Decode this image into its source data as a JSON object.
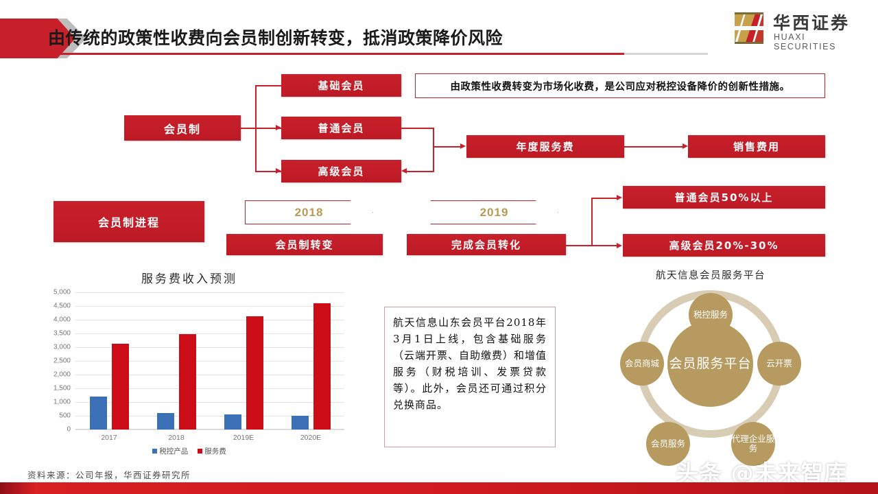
{
  "header": {
    "title": "由传统的政策性收费向会员制创新转变，抵消政策降价风险",
    "logo_cn": "华西证券",
    "logo_en": "HUAXI SECURITIES",
    "accent_red": "#c8202b",
    "accent_gray": "#bdbdbd"
  },
  "flow": {
    "root": "会员制",
    "tiers": [
      "基础会员",
      "普通会员",
      "高级会员"
    ],
    "fee": "年度服务费",
    "expense": "销售费用",
    "note": "由政策性收费转变为市场化收费，是公司应对税控设备降价的创新性措施。"
  },
  "timeline": {
    "label": "会员制进程",
    "steps": [
      {
        "year": "2018",
        "event": "会员制转变"
      },
      {
        "year": "2019",
        "event": "完成会员转化"
      }
    ],
    "outcomes": [
      "普通会员50%以上",
      "高级会员20%-30%"
    ]
  },
  "memo": {
    "text": "航天信息山东会员平台2018年3月1日上线，包含基础服务（云端开票、自助缴费）和增值服务（财税培训、发票贷款等）。此外，会员还可通过积分兑换商品。"
  },
  "platform": {
    "title": "航天信息会员服务平台",
    "center": "会员服务平台",
    "nodes": [
      "税控服务",
      "云开票",
      "代理企业服务",
      "会员服务",
      "会员商城"
    ],
    "color": "#b79a5f",
    "ring_color": "#d8cdb4"
  },
  "footer": {
    "source": "资料来源：公司年报，华西证券研究所",
    "watermark": "头条 @未来智库"
  },
  "chart_data": {
    "type": "bar",
    "title": "服务费收入预测",
    "xlabel": "",
    "ylabel": "",
    "categories": [
      "2017",
      "2018",
      "2019E",
      "2020E"
    ],
    "series": [
      {
        "name": "税控产品",
        "color": "#3b6fb6",
        "values": [
          1190,
          600,
          550,
          510
        ]
      },
      {
        "name": "服务费",
        "color": "#cc0d18",
        "values": [
          3120,
          3480,
          4130,
          4610
        ]
      }
    ],
    "ylim": [
      0,
      5000
    ],
    "yticks": [
      "0",
      "500",
      "1,000",
      "1,500",
      "2,000",
      "2,500",
      "3,000",
      "3,500",
      "4,000",
      "4,500",
      "5,000"
    ],
    "grid": true,
    "legend_position": "bottom"
  }
}
